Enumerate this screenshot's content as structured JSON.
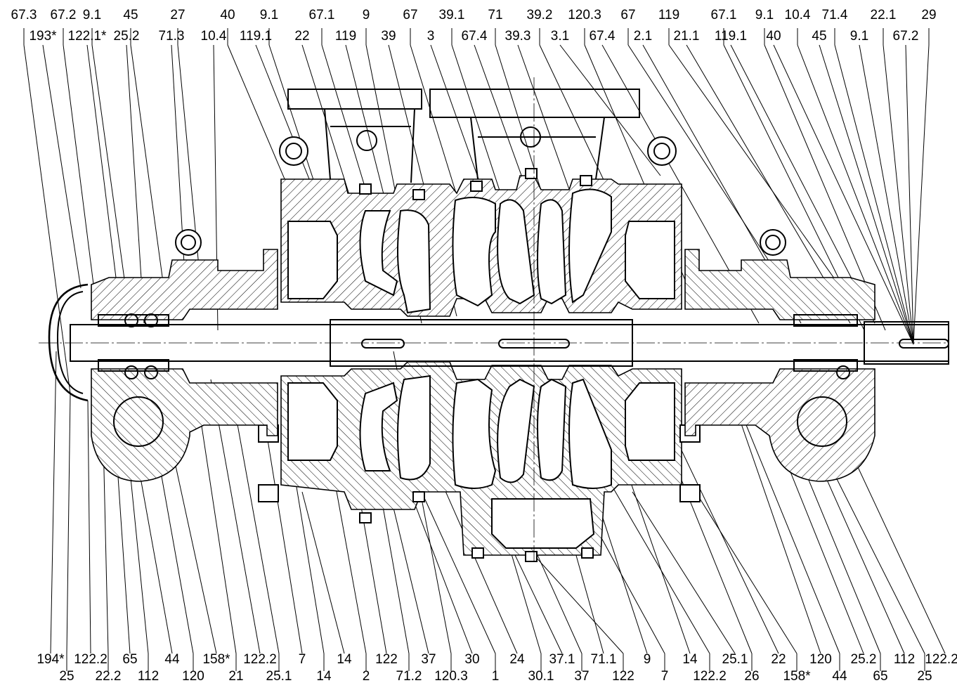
{
  "drawing": {
    "kind": "pump-cross-section",
    "colors": {
      "line": "#000000",
      "background": "#ffffff"
    },
    "top_row_1": [
      "67.3",
      "67.2",
      "9.1",
      "45",
      "27",
      "40",
      "9.1",
      "67.1",
      "9",
      "67",
      "39.1",
      "71",
      "39.2",
      "120.3",
      "67",
      "119",
      "67.1",
      "9.1",
      "10.4",
      "71.4",
      "22.1",
      "29"
    ],
    "top_row_2": [
      "193*",
      "122.1*",
      "25.2",
      "71.3",
      "10.4",
      "119.1",
      "22",
      "119",
      "39",
      "3",
      "67.4",
      "39.3",
      "3.1",
      "67.4",
      "2.1",
      "21.1",
      "119.1",
      "40",
      "45",
      "9.1",
      "67.2"
    ],
    "bottom_row_1": [
      "194*",
      "122.2",
      "65",
      "44",
      "158*",
      "122.2",
      "7",
      "14",
      "122",
      "37",
      "30",
      "24",
      "37.1",
      "71.1",
      "9",
      "14",
      "25.1",
      "22",
      "120",
      "25.2",
      "112",
      "122.2"
    ],
    "bottom_row_2": [
      "25",
      "22.2",
      "112",
      "120",
      "21",
      "25.1",
      "14",
      "2",
      "71.2",
      "120.3",
      "1",
      "30.1",
      "37",
      "122",
      "7",
      "122.2",
      "26",
      "158*",
      "44",
      "65",
      "25"
    ]
  }
}
